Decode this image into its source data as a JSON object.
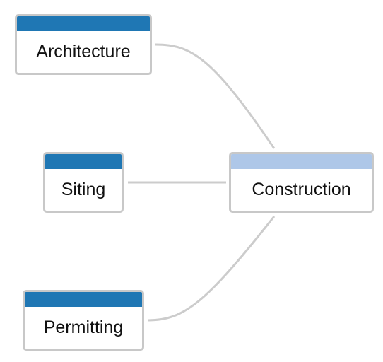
{
  "diagram": {
    "link_color": "#cccccc",
    "nodes": [
      {
        "id": "architecture",
        "label": "Architecture",
        "bar_color": "#1f77b4"
      },
      {
        "id": "siting",
        "label": "Siting",
        "bar_color": "#1f77b4"
      },
      {
        "id": "permitting",
        "label": "Permitting",
        "bar_color": "#1f77b4"
      },
      {
        "id": "construction",
        "label": "Construction",
        "bar_color": "#aec7e8"
      }
    ],
    "links": [
      {
        "from": "architecture",
        "to": "construction"
      },
      {
        "from": "siting",
        "to": "construction"
      },
      {
        "from": "permitting",
        "to": "construction"
      }
    ]
  }
}
